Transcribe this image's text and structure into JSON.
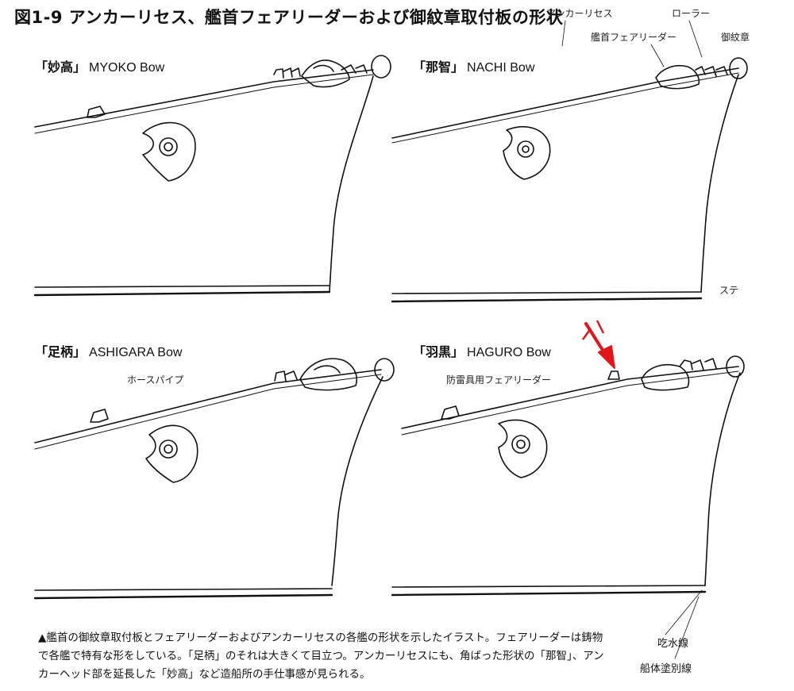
{
  "figure": {
    "title": "図1-9 アンカーリセス、艦首フェアリーダーおよび御紋章取付板の形状"
  },
  "callouts": {
    "anchor_recess": "アンカーリセス",
    "roller": "ローラー",
    "bow_fairlead": "艦首フェアリーダー",
    "crest_plate_partial": "御紋章",
    "stem_partial": "ステ",
    "hawse_pipe_partial": "ホースパイプ",
    "paravane_fairlead": "防雷具用フェアリーダー",
    "waterline": "吃水線",
    "boot_topping": "船体塗別線"
  },
  "panels": [
    {
      "name_jp": "「妙高」",
      "name_en": "MYOKO Bow"
    },
    {
      "name_jp": "「那智」",
      "name_en": "NACHI Bow"
    },
    {
      "name_jp": "「足柄」",
      "name_en": "ASHIGARA Bow"
    },
    {
      "name_jp": "「羽黒」",
      "name_en": "HAGURO Bow"
    }
  ],
  "caption": {
    "text": "▲艦首の御紋章取付板とフェアリーダーおよびアンカーリセスの各艦の形状を示したイラスト。フェアリーダーは鋳物で各艦で特有な形をしている。「足柄」のそれは大きくて目立つ。アンカーリセスにも、角ばった形状の「那智」、アンカーヘッド部を延長した「妙高」など造船所の手仕事感が見られる。"
  },
  "colors": {
    "ink": "#111111",
    "arrow": "#e0161b",
    "paper": "#ffffff"
  }
}
